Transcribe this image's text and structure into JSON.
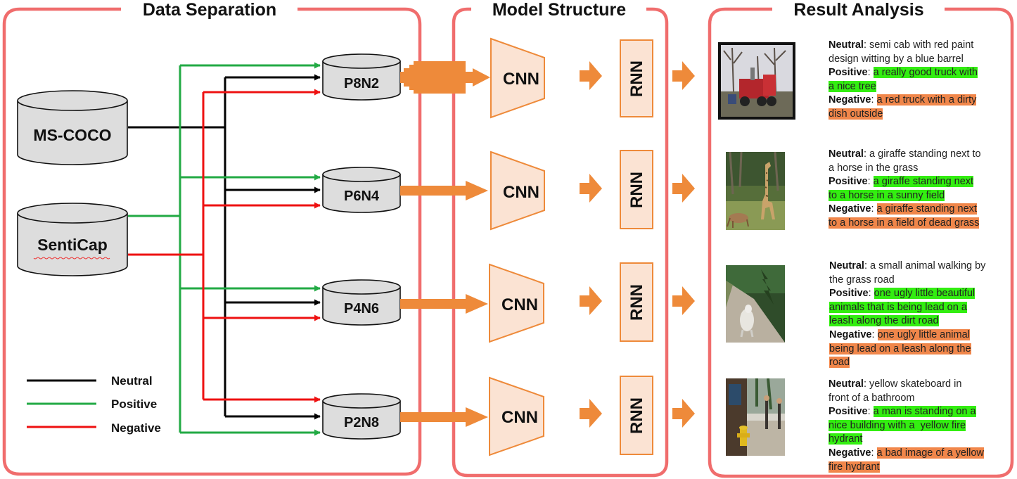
{
  "panels": {
    "data_separation": "Data Separation",
    "model_structure": "Model Structure",
    "result_analysis": "Result Analysis"
  },
  "sources": {
    "mscoco": "MS-COCO",
    "senticap": "SentiCap"
  },
  "splits": [
    "P8N2",
    "P6N4",
    "P4N6",
    "P2N8"
  ],
  "model": {
    "cnn_label": "CNN",
    "rnn_label": "RNN"
  },
  "legend": {
    "neutral": "Neutral",
    "positive": "Positive",
    "negative": "Negative"
  },
  "colors": {
    "panel_border": "#f06d6d",
    "neutral": "#000000",
    "positive": "#22aa44",
    "negative": "#ee1111",
    "arrow": "#ee8a3a",
    "cnn_fill": "#fbe3d3",
    "cnn_stroke": "#ee8a3a",
    "db_fill": "#dddddd",
    "positive_highlight": "#33ee11",
    "negative_highlight": "#f0864a"
  },
  "results": [
    {
      "neutral_key": "Neutral",
      "neutral": "semi cab with red paint",
      "neutral_2": "design witting by a blue barrel",
      "positive_key": "Positive",
      "positive": "a really good truck with",
      "positive_2": "a nice tree",
      "negative_key": "Negative",
      "negative": "a red truck with a dirty",
      "negative_2": "dish outside"
    },
    {
      "neutral_key": "Neutral",
      "neutral": "a giraffe standing next to",
      "neutral_2": "a horse in the grass",
      "positive_key": "Positive",
      "positive": "a giraffe standing next",
      "positive_2": "to a horse in a sunny field",
      "negative_key": "Negative",
      "negative": "a giraffe standing next",
      "negative_2": "to a horse in a field of dead grass"
    },
    {
      "neutral_key": "Neutral",
      "neutral": "a small animal walking by",
      "neutral_2": "the grass road",
      "positive_key": "Positive",
      "positive": "one ugly little beautiful",
      "positive_2": "animals that is being lead on a",
      "positive_3": "leash along the dirt road",
      "negative_key": "Negative",
      "negative": "one ugly little animal",
      "negative_2": "being lead on a leash along the",
      "negative_3": "road"
    },
    {
      "neutral_key": "Neutral",
      "neutral": "yellow skateboard in",
      "neutral_2": "front of a bathroom",
      "positive_key": "Positive",
      "positive": "a man is standing on a",
      "positive_2": "nice building with a  yellow fire",
      "positive_3": "hydrant",
      "negative_key": "Negative",
      "negative": "a bad image of a yellow",
      "negative_2": "fire hydrant"
    }
  ]
}
